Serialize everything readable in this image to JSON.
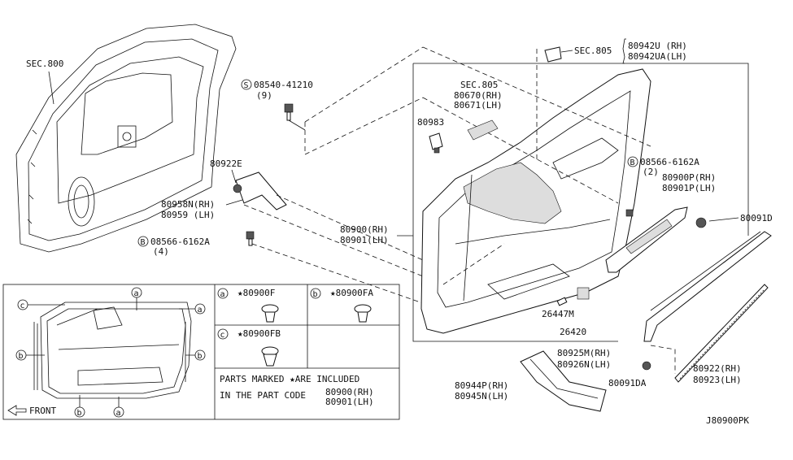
{
  "labels": {
    "sec800": "SEC.800",
    "bolt_code": "08540-41210",
    "bolt_qty": "(9)",
    "p80922e": "80922E",
    "p80958n": "80958N(RH)",
    "p80959": "80959 (LH)",
    "screw_left": "08566-6162A",
    "screw_left_qty": "(4)",
    "p80983": "80983",
    "sec805_top": "SEC.805",
    "p80942u": "80942U (RH)",
    "p80942ua": "80942UA(LH)",
    "sec805_mid": "SEC.805",
    "p80670": "80670(RH)",
    "p80671": "80671(LH)",
    "screw_right": "08566-6162A",
    "screw_right_qty": "(2)",
    "p80900p": "80900P(RH)",
    "p80901p": "80901P(LH)",
    "p80091d": "80091D",
    "p80900rh": "80900(RH)",
    "p80901lh": "80901(LH)",
    "p26447m": "26447M",
    "p26420": "26420",
    "p80925m": "80925M(RH)",
    "p80926n": "80926N(LH)",
    "p80091da": "80091DA",
    "p80922rh": "80922(RH)",
    "p80923lh": "80923(LH)",
    "p80944p": "80944P(RH)",
    "p80945n": "80945N(LH)",
    "ref_code": "J80900PK"
  },
  "legend": {
    "a": "a",
    "b": "b",
    "c": "c",
    "clip_a": "★80900F",
    "clip_b": "★80900FA",
    "clip_c": "★80900FB",
    "front": "FRONT",
    "note_line1": "PARTS MARKED ★ARE INCLUDED",
    "note_line2": "IN THE PART CODE",
    "note_code1": "80900(RH)",
    "note_code2": "80901(LH)"
  },
  "markers": {
    "s": "S",
    "b": "B"
  }
}
